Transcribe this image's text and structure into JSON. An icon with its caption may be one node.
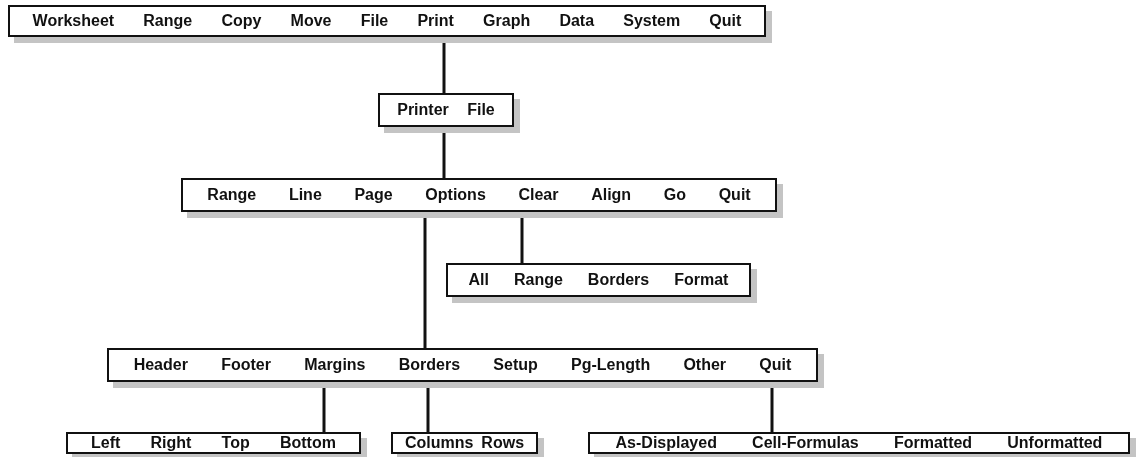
{
  "diagram": {
    "nodes": [
      {
        "text": [
          "Worksheet",
          "Range",
          "Copy",
          "Move",
          "File",
          "Print",
          "Graph",
          "Data",
          "System",
          "Quit"
        ]
      },
      {
        "text": [
          "Printer",
          "File"
        ]
      },
      {
        "text": [
          "Range",
          "Line",
          "Page",
          "Options",
          "Clear",
          "Align",
          "Go",
          "Quit"
        ]
      },
      {
        "text": [
          "All",
          "Range",
          "Borders",
          "Format"
        ]
      },
      {
        "text": [
          "Header",
          "Footer",
          "Margins",
          "Borders",
          "Setup",
          "Pg-Length",
          "Other",
          "Quit"
        ]
      },
      {
        "text": [
          "Left",
          "Right",
          "Top",
          "Bottom"
        ]
      },
      {
        "text": [
          "Columns",
          "Rows"
        ]
      },
      {
        "text": [
          "As-Displayed",
          "Cell-Formulas",
          "Formatted",
          "Unformatted"
        ]
      }
    ],
    "edges": [
      {
        "from": 0,
        "to": 1,
        "arrow": "none"
      },
      {
        "from": 1,
        "to": 2,
        "arrow": "none"
      },
      {
        "from": 2,
        "to": 4,
        "arrow": "none"
      },
      {
        "from": 2,
        "to": 3,
        "arrow": "none"
      },
      {
        "from": 4,
        "to": 5,
        "arrow": "none"
      },
      {
        "from": 4,
        "to": 6,
        "arrow": "none"
      },
      {
        "from": 4,
        "to": 7,
        "arrow": "none"
      }
    ]
  }
}
